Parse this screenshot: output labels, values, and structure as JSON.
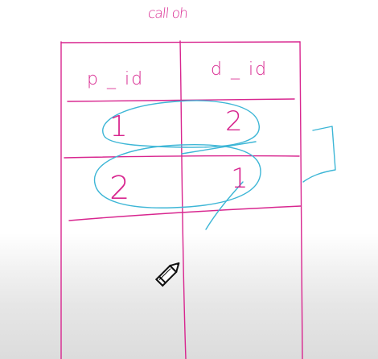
{
  "table": {
    "title": "call oh",
    "columns": [
      "p _ id",
      "d _ id"
    ],
    "rows": [
      {
        "p_id": "1",
        "d_id": "2"
      },
      {
        "p_id": "2",
        "d_id": "1"
      }
    ]
  },
  "colors": {
    "table_ink": "#d8268f",
    "highlight_ink": "#3db6d6"
  },
  "icons": {
    "cursor": "pencil-icon"
  }
}
